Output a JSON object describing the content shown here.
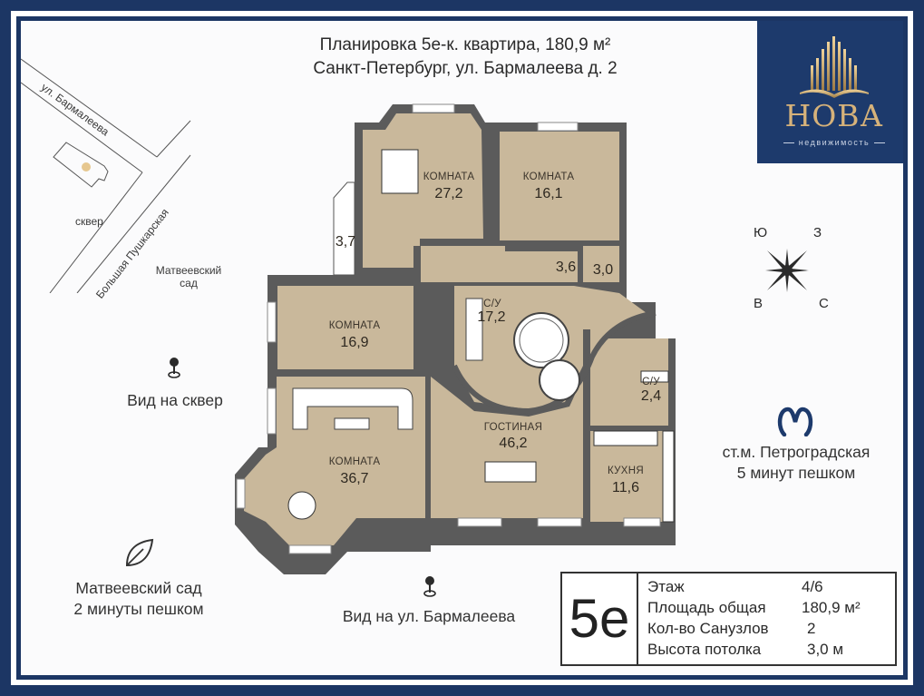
{
  "header": {
    "title_line1": "Планировка 5е-к. квартира, 180,9 м²",
    "title_line2": "Санкт-Петербург, ул. Бармалеева д. 2"
  },
  "logo": {
    "brand": "НОВА",
    "subtitle": "недвижимость",
    "colors": {
      "background": "#1d3a6c",
      "gold": "#d6b27a"
    }
  },
  "map": {
    "street_1": "ул. Бармалеева",
    "street_2": "Большая Пушкарская",
    "square": "сквер",
    "garden_line1": "Матвеевский",
    "garden_line2": "сад"
  },
  "compass": {
    "top_left": "Ю",
    "top_right": "З",
    "bottom_left": "В",
    "bottom_right": "С"
  },
  "poi": {
    "view_square": "Вид на сквер",
    "view_street": "Вид на ул. Бармалеева",
    "garden_line1": "Матвеевский сад",
    "garden_line2": "2 минуты пешком",
    "metro_line1": "ст.м. Петроградская",
    "metro_line2": "5 минут пешком"
  },
  "rooms": [
    {
      "label": "КОМНАТА",
      "area": "27,2"
    },
    {
      "label": "КОМНАТА",
      "area": "16,1"
    },
    {
      "label": "",
      "area": "3,7"
    },
    {
      "label": "",
      "area": "3,6"
    },
    {
      "label": "",
      "area": "3,0"
    },
    {
      "label": "КОМНАТА",
      "area": "16,9"
    },
    {
      "label": "С/У",
      "area": "17,2"
    },
    {
      "label": "С/У",
      "area": "2,4"
    },
    {
      "label": "ГОСТИНАЯ",
      "area": "46,2"
    },
    {
      "label": "КОМНАТА",
      "area": "36,7"
    },
    {
      "label": "КУХНЯ",
      "area": "11,6"
    }
  ],
  "summary": {
    "type": "5е",
    "rows": [
      {
        "key": "Этаж",
        "value": "4/6"
      },
      {
        "key": "Площадь общая",
        "value": "180,9 м²"
      },
      {
        "key": "Кол-во Санузлов",
        "value": "2"
      },
      {
        "key": "Высота потолка",
        "value": "3,0 м"
      }
    ]
  },
  "colors": {
    "frame": "#1c3664",
    "floor": "#c9b89b",
    "wall": "#5b5b5b",
    "window": "#ffffff"
  }
}
